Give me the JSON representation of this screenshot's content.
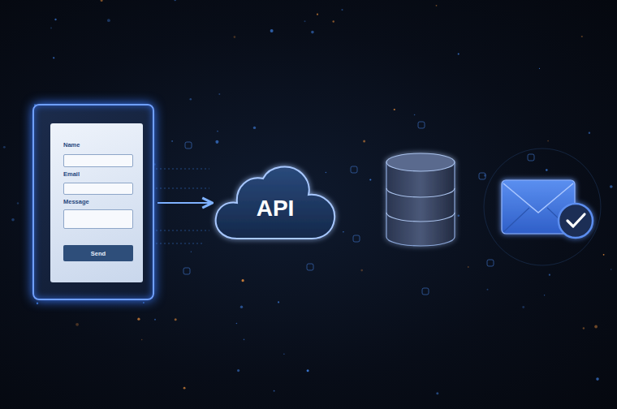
{
  "diagram": {
    "nodes": [
      {
        "text": [
          "Name",
          "Email",
          "Message"
        ]
      },
      {
        "text": [
          "Send"
        ],
        "in": 0
      },
      {
        "text": [
          "API"
        ]
      }
    ],
    "edges": [
      {
        "from": 0,
        "to": 2,
        "arrow": "to"
      }
    ]
  }
}
